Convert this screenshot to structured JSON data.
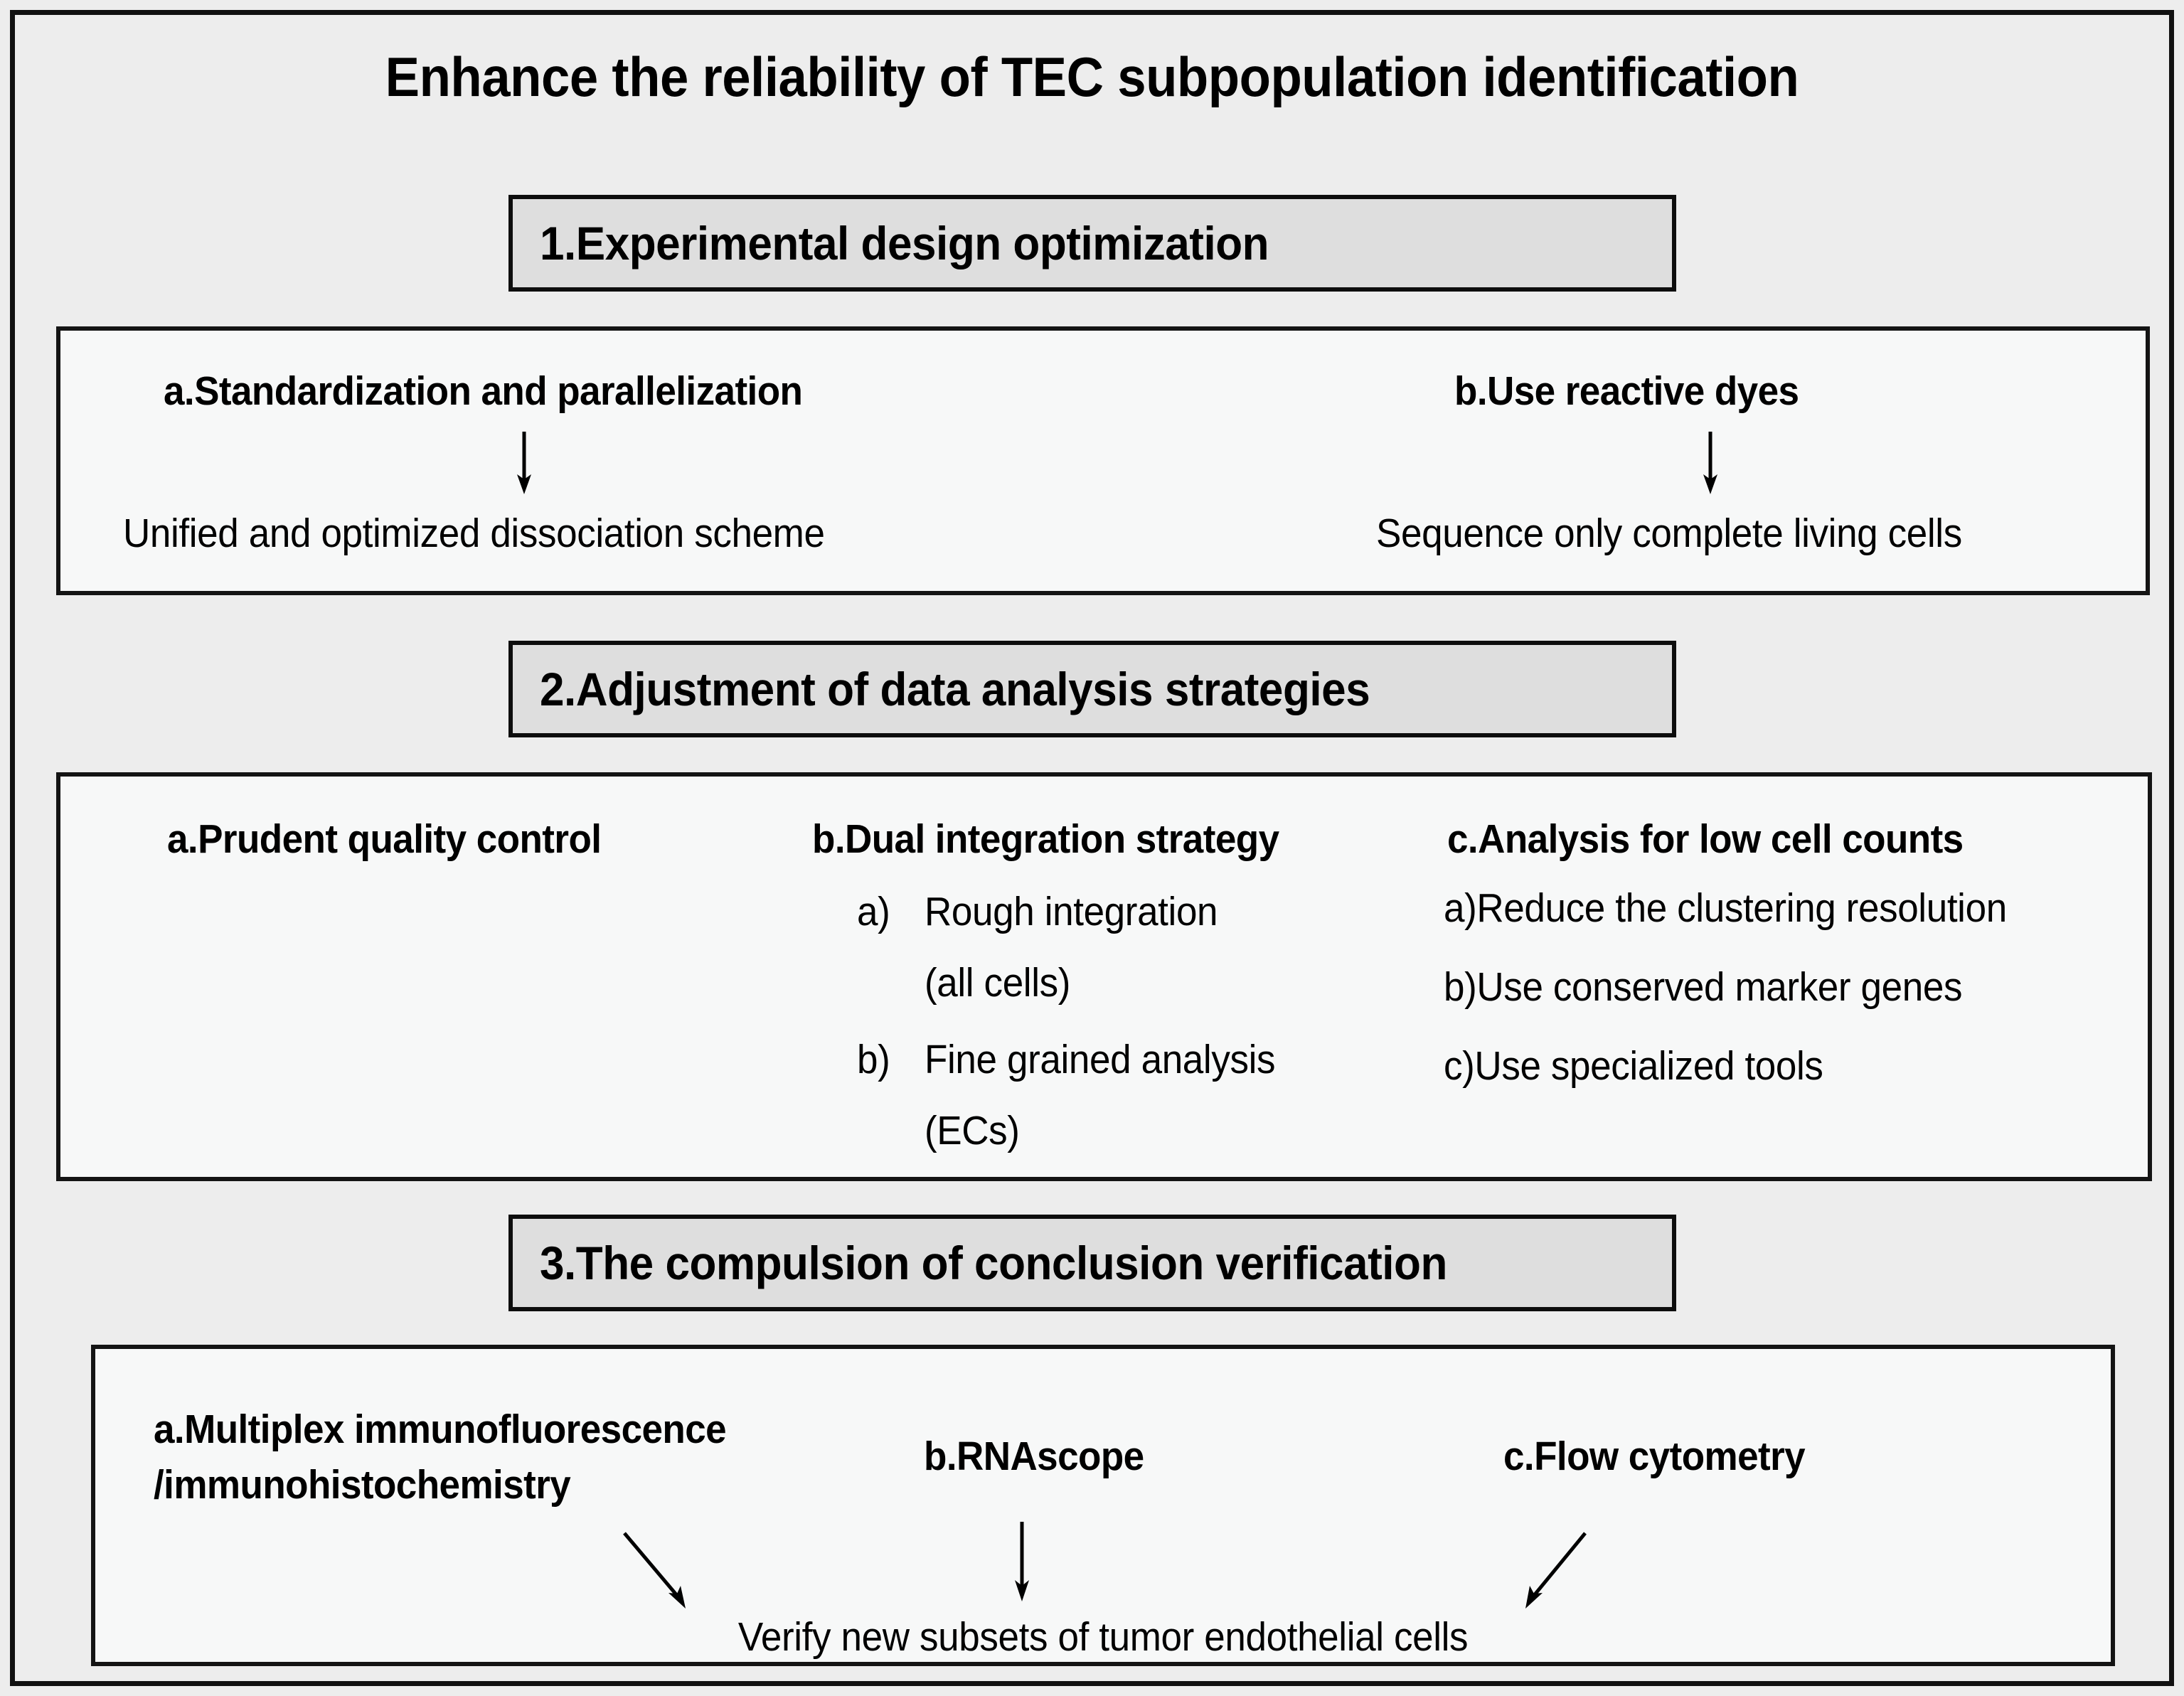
{
  "title": "Enhance the reliability of TEC subpopulation identification",
  "colors": {
    "page_background": "#ededed",
    "panel_background": "#f7f8f8",
    "header_background": "#dedede",
    "border": "#111111",
    "text": "#000000"
  },
  "sections": [
    {
      "header": "1.Experimental design optimization",
      "items": [
        {
          "label": "a.Standardization and parallelization",
          "result": "Unified and optimized dissociation scheme",
          "arrow": "down-arrow-icon"
        },
        {
          "label": "b.Use reactive dyes",
          "result": "Sequence only complete living cells",
          "arrow": "down-arrow-icon"
        }
      ]
    },
    {
      "header": "2.Adjustment of data analysis strategies",
      "columns": [
        {
          "label": "a.Prudent quality control",
          "sublist": []
        },
        {
          "label": "b.Dual integration strategy",
          "sublist": [
            {
              "marker": "a)",
              "line1": "Rough integration",
              "line2": "(all cells)"
            },
            {
              "marker": "b)",
              "line1": "Fine grained analysis",
              "line2": "(ECs)"
            }
          ]
        },
        {
          "label": "c.Analysis for low cell counts",
          "sublist": [
            {
              "marker": "a)",
              "line1": "Reduce the clustering resolution",
              "line2": ""
            },
            {
              "marker": "b)",
              "line1": "Use conserved marker genes",
              "line2": ""
            },
            {
              "marker": "c)",
              "line1": "Use specialized tools",
              "line2": ""
            }
          ]
        }
      ]
    },
    {
      "header": "3.The compulsion of conclusion verification",
      "methods": [
        {
          "label_line1": "a.Multiplex immunofluorescence",
          "label_line2": "/immunohistochemistry",
          "arrow": "diagonal-down-right-arrow-icon"
        },
        {
          "label_line1": "b.RNAscope",
          "label_line2": "",
          "arrow": "down-arrow-icon"
        },
        {
          "label_line1": "c.Flow cytometry",
          "label_line2": "",
          "arrow": "diagonal-down-left-arrow-icon"
        }
      ],
      "conclusion": "Verify new subsets of tumor endothelial cells"
    }
  ],
  "sub_items": {
    "s2c1_a_marker": "a)",
    "s2c1_a_text": "Reduce the clustering resolution",
    "s2c1_b_marker": "b)",
    "s2c1_b_text": "Use conserved marker genes",
    "s2c1_c_marker": "c)",
    "s2c1_c_text": "Use specialized tools"
  }
}
